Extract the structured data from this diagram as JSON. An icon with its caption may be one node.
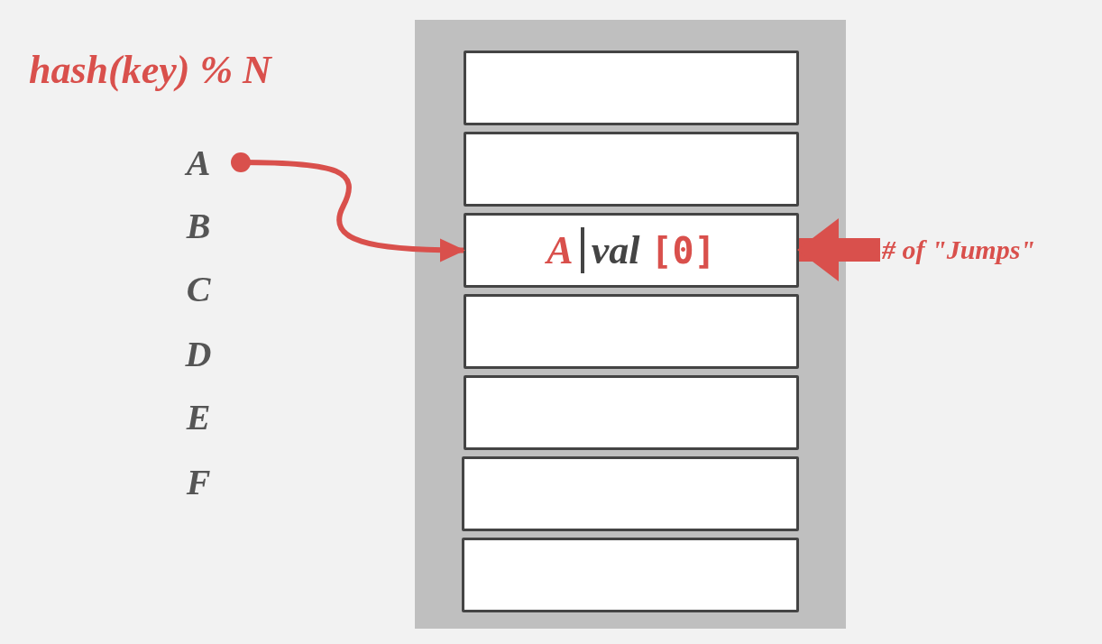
{
  "diagram": {
    "nodes": [
      {
        "text": [
          "A"
        ]
      },
      {
        "text": [
          "B"
        ]
      },
      {
        "text": [
          "C"
        ]
      },
      {
        "text": [
          "D"
        ]
      },
      {
        "text": [
          "E"
        ]
      },
      {
        "text": [
          "F"
        ]
      },
      {
        "text": [],
        "shape": "box"
      },
      {
        "text": [],
        "shape": "box",
        "in": 6
      },
      {
        "text": [],
        "shape": "box",
        "in": 6
      },
      {
        "text": [
          "A",
          "val",
          "[0]"
        ],
        "in": 6
      },
      {
        "text": [],
        "shape": "box",
        "in": 6
      },
      {
        "text": [],
        "shape": "box",
        "in": 6
      },
      {
        "text": [],
        "shape": "box",
        "in": 6
      },
      {
        "text": [],
        "shape": "box",
        "in": 6
      },
      {
        "text": [
          "# of \"Jumps\""
        ]
      }
    ],
    "edges": [
      {
        "from": 0,
        "to": 9,
        "arrow": "to"
      },
      {
        "from": 14,
        "to": 9,
        "arrow": "to",
        "style": "thick"
      }
    ],
    "labels": [
      "hash(key) % N"
    ]
  }
}
